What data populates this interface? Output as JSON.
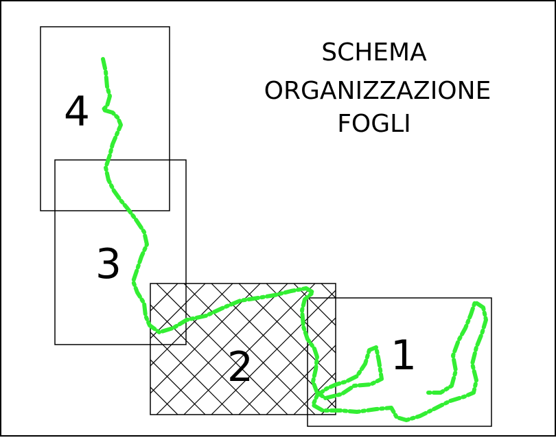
{
  "title": {
    "line1": "SCHEMA",
    "line2": "ORGANIZZAZIONE",
    "line3": "FOGLI"
  },
  "sheets": [
    {
      "number": "1",
      "hatched": false
    },
    {
      "number": "2",
      "hatched": true
    },
    {
      "number": "3",
      "hatched": false
    },
    {
      "number": "4",
      "hatched": false
    }
  ],
  "colors": {
    "background": "#ffffff",
    "frame": "#000000",
    "route": "#33ee33"
  }
}
